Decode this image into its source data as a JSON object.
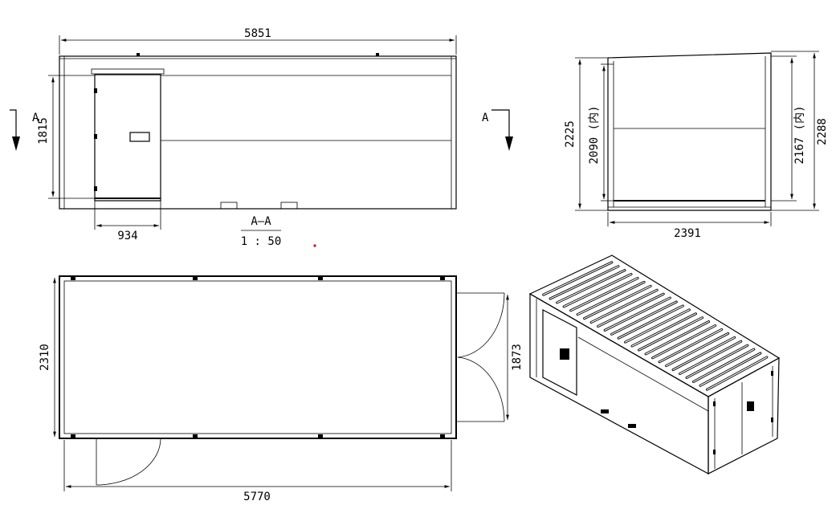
{
  "front_view": {
    "length": "5851",
    "height": "1815",
    "door_width": "934",
    "section_mark": "A",
    "section_label": "A—A",
    "scale": "1 : 50"
  },
  "side_view": {
    "outer_height_left": "2225",
    "inner_height_left": "2090 (内)",
    "inner_height_right": "2167 (内)",
    "outer_height_right": "2288",
    "width": "2391"
  },
  "plan_view": {
    "depth": "2310",
    "door_swing": "1873",
    "length": "5770"
  },
  "colors": {
    "line": "#000000",
    "marker": "#e00000"
  }
}
